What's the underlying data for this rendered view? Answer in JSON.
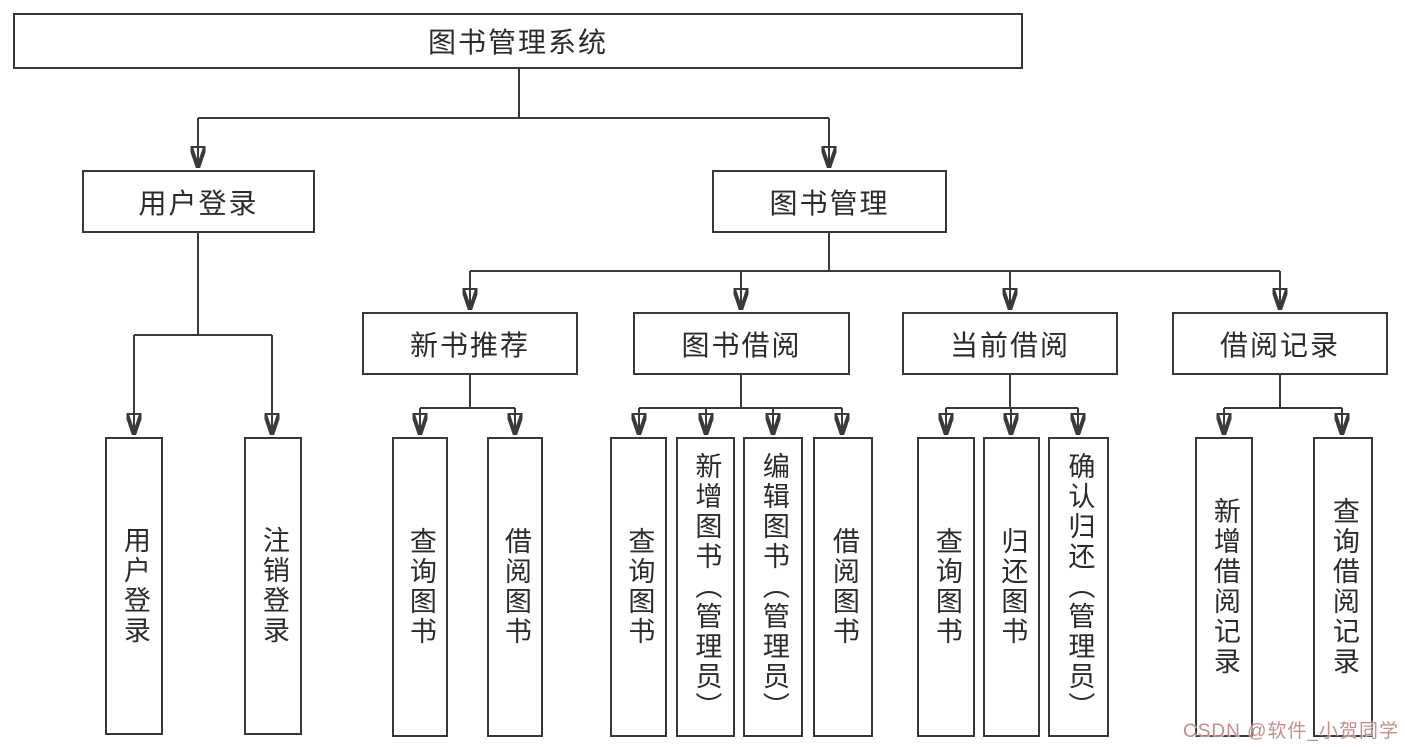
{
  "nodes": {
    "root": "图书管理系统",
    "user_login": "用户登录",
    "book_mgmt": "图书管理",
    "new_book_rec": "新书推荐",
    "book_borrow": "图书借阅",
    "current_borrow": "当前借阅",
    "borrow_records": "借阅记录",
    "leaf_user_login": "用户登录",
    "leaf_logout": "注销登录",
    "leaf_rec_query": "查询图书",
    "leaf_rec_borrow": "借阅图书",
    "leaf_bb_query": "查询图书",
    "leaf_bb_add": "新增图书（管理员）",
    "leaf_bb_edit": "编辑图书（管理员）",
    "leaf_bb_borrow": "借阅图书",
    "leaf_cb_query": "查询图书",
    "leaf_cb_return": "归还图书",
    "leaf_cb_confirm": "确认归还（管理员）",
    "leaf_br_add": "新增借阅记录",
    "leaf_br_query": "查询借阅记录"
  },
  "watermark": {
    "text": "CSDN @软件_小贺同学"
  },
  "colors": {
    "line": "#3a3a3a",
    "border": "#383838",
    "text": "#2b2b2b",
    "watermark": "#ba7a74",
    "background": "#ffffff"
  }
}
